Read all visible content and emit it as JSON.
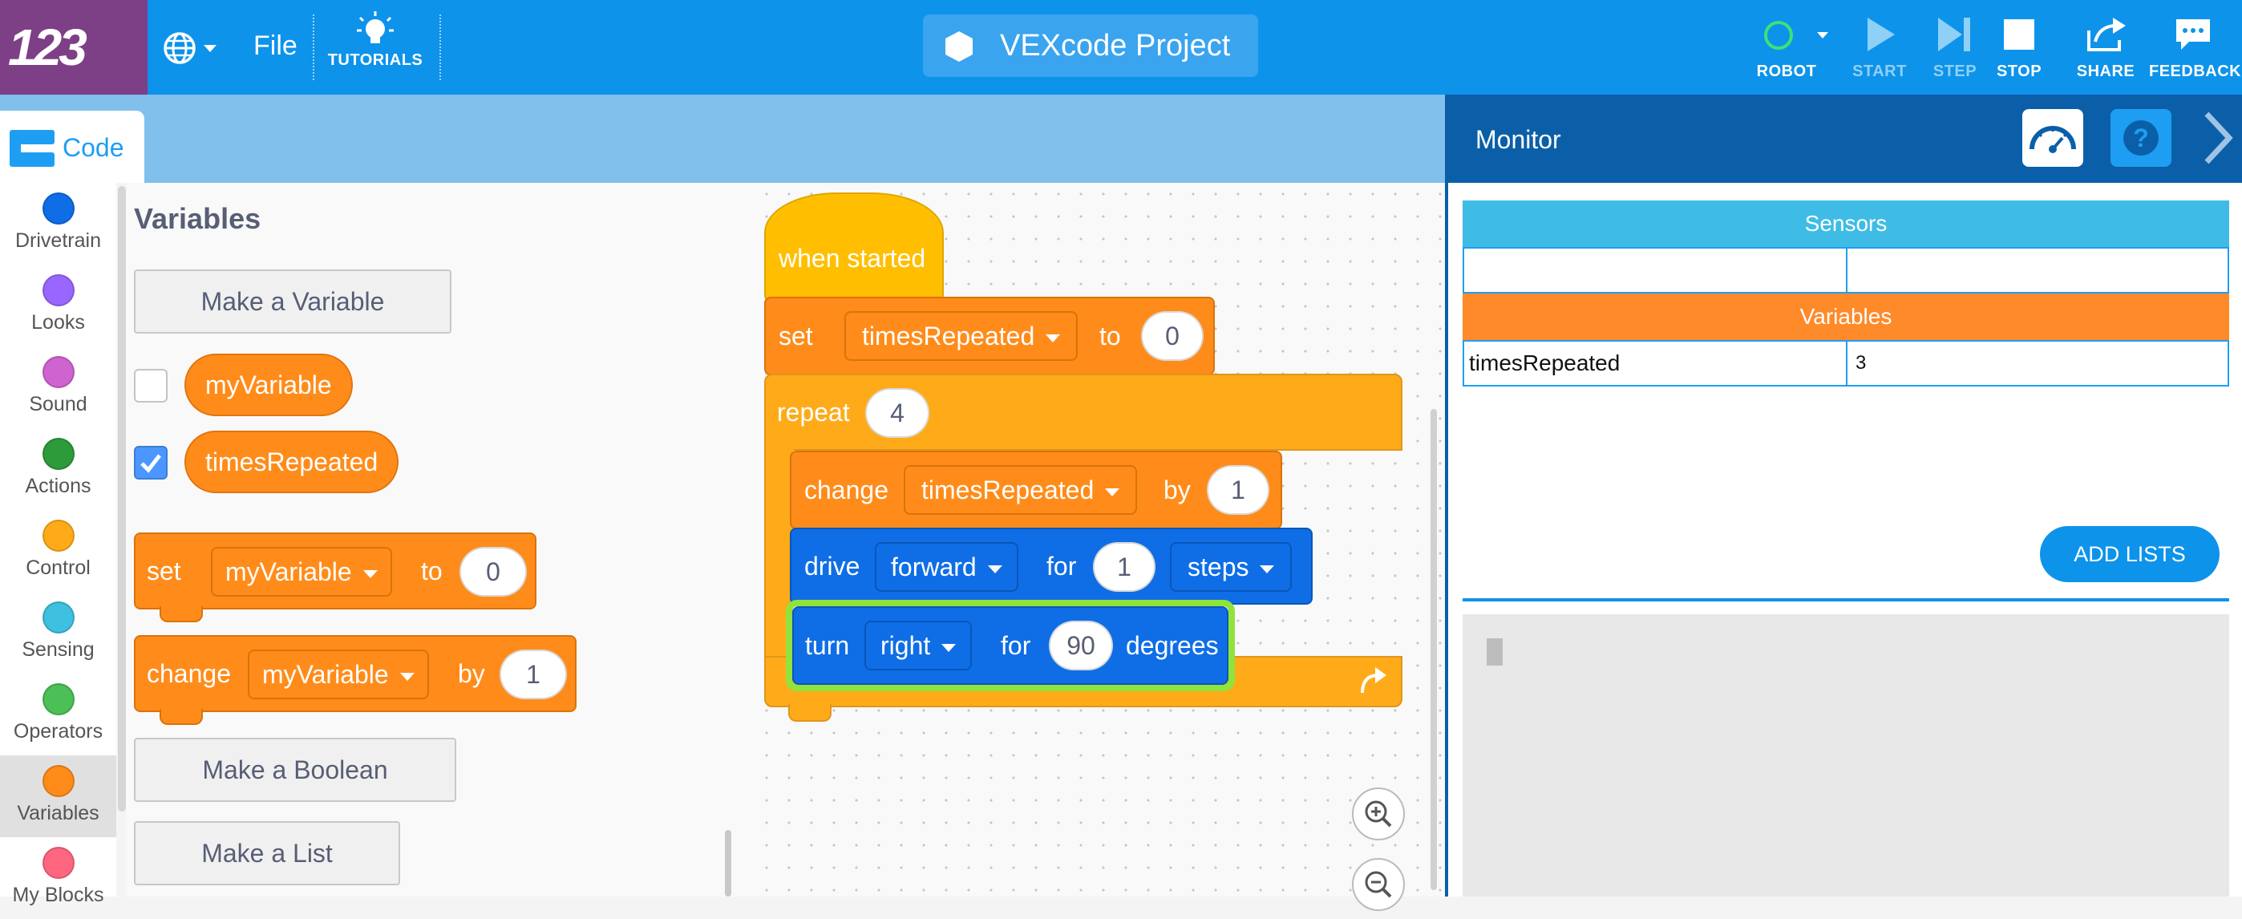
{
  "app": {
    "logo": "123",
    "project_title": "VEXcode Project"
  },
  "menu": {
    "file": "File",
    "tutorials": "TUTORIALS"
  },
  "toolbar": {
    "robot": "ROBOT",
    "start": "START",
    "step": "STEP",
    "stop": "STOP",
    "share": "SHARE",
    "feedback": "FEEDBACK"
  },
  "code_tab": "Code",
  "categories": [
    "Drivetrain",
    "Looks",
    "Sound",
    "Actions",
    "Control",
    "Sensing",
    "Operators",
    "Variables",
    "My Blocks"
  ],
  "category_colors": [
    "#0f6ee6",
    "#9966ff",
    "#cf63cf",
    "#2e9b3a",
    "#ffab19",
    "#3ec0e0",
    "#4cbf56",
    "#ff8c1a",
    "#ff6680"
  ],
  "flyout": {
    "title": "Variables",
    "make_variable": "Make a Variable",
    "variables": [
      "myVariable",
      "timesRepeated"
    ],
    "set_block": {
      "kw": "set",
      "var": "myVariable",
      "to": "to",
      "value": "0"
    },
    "change_block": {
      "kw": "change",
      "var": "myVariable",
      "by": "by",
      "value": "1"
    },
    "make_boolean": "Make a Boolean",
    "make_list": "Make a List"
  },
  "script": {
    "hat": "when started",
    "set": {
      "kw": "set",
      "var": "timesRepeated",
      "to": "to",
      "value": "0"
    },
    "repeat": {
      "kw": "repeat",
      "count": "4"
    },
    "change": {
      "kw": "change",
      "var": "timesRepeated",
      "by": "by",
      "value": "1"
    },
    "drive": {
      "kw": "drive",
      "dir": "forward",
      "for": "for",
      "value": "1",
      "unit": "steps"
    },
    "turn": {
      "kw": "turn",
      "dir": "right",
      "for": "for",
      "value": "90",
      "unit": "degrees"
    }
  },
  "monitor": {
    "title": "Monitor",
    "sensors_header": "Sensors",
    "variables_header": "Variables",
    "rows": [
      {
        "name": "timesRepeated",
        "value": "3"
      }
    ],
    "add_lists": "ADD LISTS"
  },
  "colors": {
    "topbar": "#0d93ea",
    "logo_bg": "#7d3f86",
    "sensors_header": "#3ebce6",
    "variables_header": "#ff8a2a"
  }
}
